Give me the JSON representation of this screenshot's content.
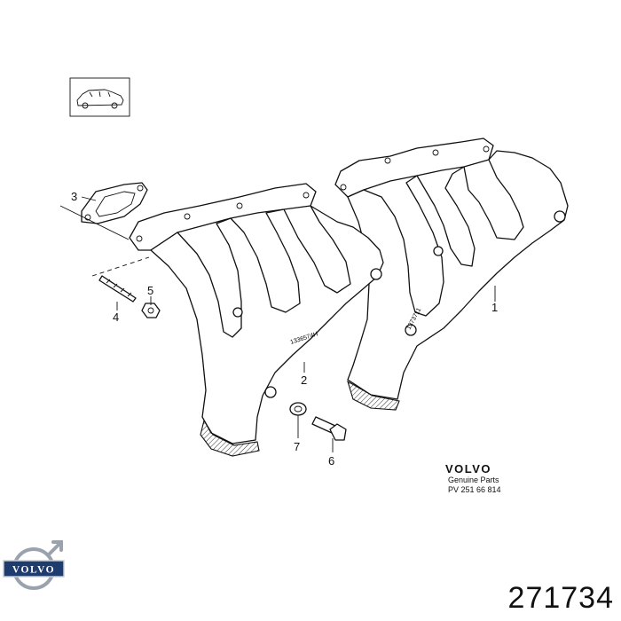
{
  "callouts": [
    {
      "id": "1",
      "text": "1"
    },
    {
      "id": "2",
      "text": "2"
    },
    {
      "id": "3",
      "text": "3"
    },
    {
      "id": "4",
      "text": "4"
    },
    {
      "id": "5",
      "text": "5"
    },
    {
      "id": "6",
      "text": "6"
    },
    {
      "id": "7",
      "text": "7"
    }
  ],
  "stamp": {
    "brand": "VOLVO",
    "subtitle": "Genuine Parts",
    "code": "PV 251 66 814"
  },
  "logo": {
    "word": "VOLVO",
    "color": "#1f3c6e"
  },
  "part_number": "271734"
}
